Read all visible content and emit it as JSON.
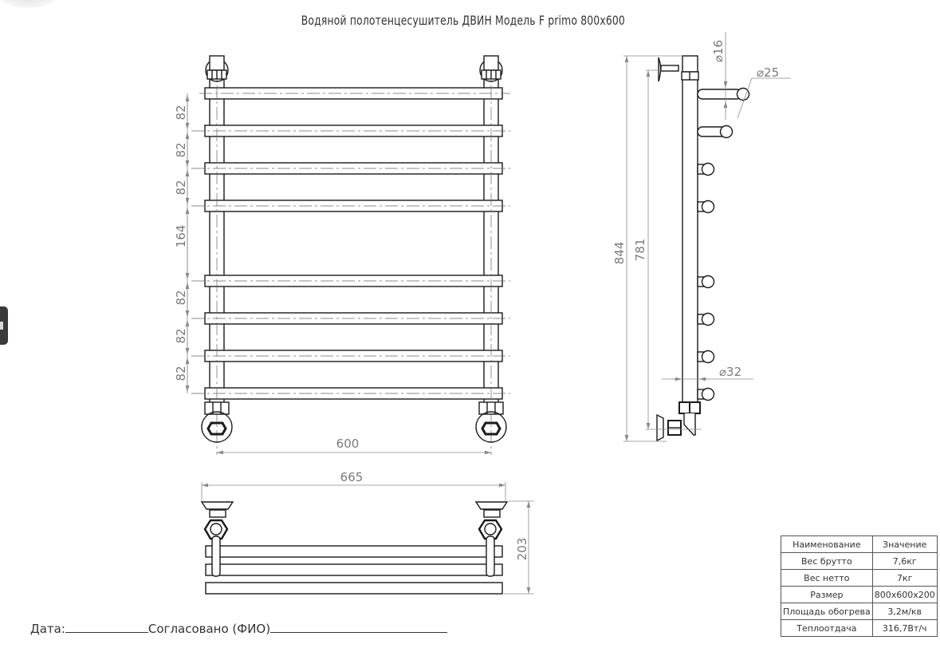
{
  "title": "Водяной полотенцесушитель ДВИН Модель F primo 800x600",
  "front_view": {
    "rung_spacing_labels": [
      "82",
      "82",
      "82",
      "164",
      "82",
      "82",
      "82"
    ],
    "width_label": "600"
  },
  "top_view": {
    "width_label": "665",
    "depth_label": "203"
  },
  "side_view": {
    "height_total_label": "844",
    "height_axis_label": "781",
    "pipe_diameter_label": "⌀16",
    "rung_diameter_label": "⌀25",
    "riser_diameter_label": "⌀32"
  },
  "spec_table": {
    "header": [
      "Наименование",
      "Значение"
    ],
    "rows": [
      [
        "Вес брутто",
        "7,6кг"
      ],
      [
        "Вес нетто",
        "7кг"
      ],
      [
        "Размер",
        "800x600x200"
      ],
      [
        "Площадь обогрева",
        "3,2м/кв"
      ],
      [
        "Теплоотдача",
        "316,7Вт/ч"
      ]
    ]
  },
  "signature": {
    "date_label": "Дата:",
    "approved_label": "Согласовано (ФИО)"
  },
  "colors": {
    "line": "#1a1a1a",
    "dimension": "#8a8a8a",
    "background": "#ffffff"
  }
}
